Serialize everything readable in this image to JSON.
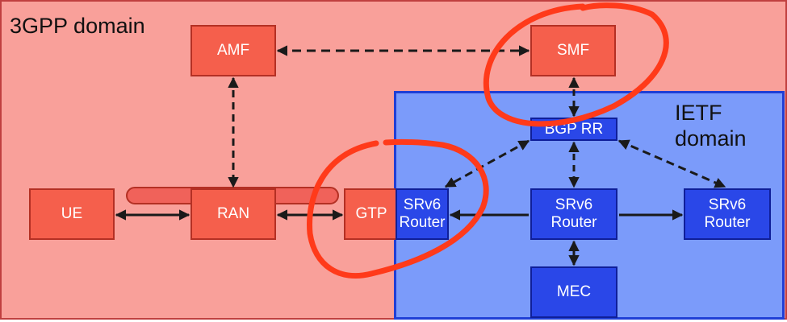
{
  "domains": {
    "threegpp": {
      "label": "3GPP domain"
    },
    "ietf": {
      "label": "IETF\ndomain"
    }
  },
  "nodes": {
    "amf": "AMF",
    "smf": "SMF",
    "bgp_rr": "BGP RR",
    "ue": "UE",
    "ran": "RAN",
    "gtp": "GTP",
    "srv6_left": "SRv6\nRouter",
    "srv6_mid": "SRv6\nRouter",
    "srv6_right": "SRv6\nRouter",
    "mec": "MEC"
  },
  "colors": {
    "threegpp_domain": "#f9a09a",
    "ietf_domain": "#7b9bfa",
    "node_red": "#f55f4c",
    "node_blue": "#2a47e8",
    "connector": "#1a1a1a",
    "annotation_swirl": "#ff3a1a"
  },
  "connections": [
    {
      "from": "amf",
      "to": "smf",
      "style": "dashed",
      "arrows": "both"
    },
    {
      "from": "amf",
      "to": "ran",
      "style": "dashed",
      "arrows": "both"
    },
    {
      "from": "smf",
      "to": "bgp_rr",
      "style": "dashed",
      "arrows": "both"
    },
    {
      "from": "bgp_rr",
      "to": "srv6_left",
      "style": "dashed",
      "arrows": "both"
    },
    {
      "from": "bgp_rr",
      "to": "srv6_mid",
      "style": "dashed",
      "arrows": "both"
    },
    {
      "from": "bgp_rr",
      "to": "srv6_right",
      "style": "dashed",
      "arrows": "both"
    },
    {
      "from": "ue",
      "to": "ran",
      "style": "solid",
      "arrows": "both"
    },
    {
      "from": "ran",
      "to": "gtp",
      "style": "solid",
      "arrows": "both"
    },
    {
      "from": "srv6_mid",
      "to": "srv6_left",
      "style": "solid",
      "arrows": "end"
    },
    {
      "from": "srv6_mid",
      "to": "srv6_right",
      "style": "solid",
      "arrows": "end"
    },
    {
      "from": "srv6_mid",
      "to": "mec",
      "style": "solid",
      "arrows": "both"
    }
  ]
}
